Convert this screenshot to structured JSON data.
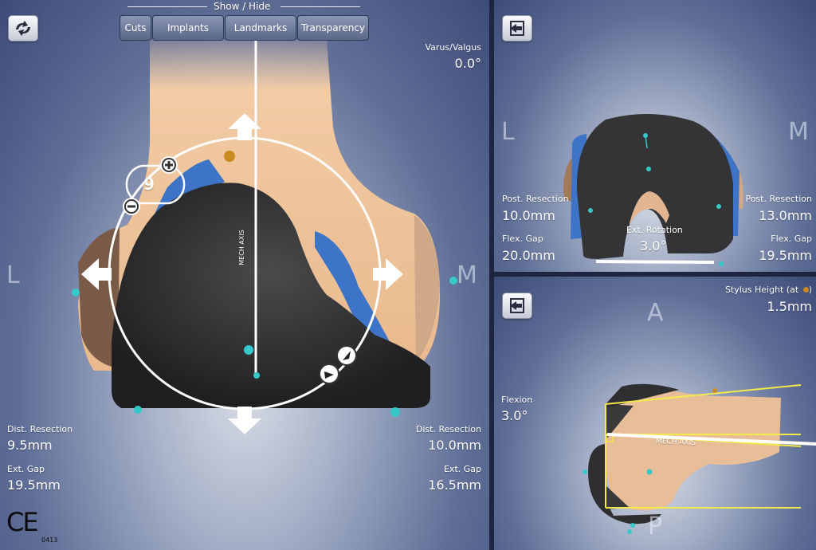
{
  "main_view": {
    "toolbar": {
      "group_label": "Show / Hide",
      "buttons": [
        "Cuts",
        "Implants",
        "Landmarks",
        "Transparency"
      ]
    },
    "varus_valgus": {
      "label": "Varus/Valgus",
      "value": "0.0°"
    },
    "left_dir": "L",
    "right_dir": "M",
    "axis_label": "MECH AXIS",
    "size_value": "9",
    "lateral": {
      "dist_resection_label": "Dist. Resection",
      "dist_resection_value": "9.5mm",
      "ext_gap_label": "Ext. Gap",
      "ext_gap_value": "19.5mm"
    },
    "medial": {
      "dist_resection_label": "Dist. Resection",
      "dist_resection_value": "10.0mm",
      "ext_gap_label": "Ext. Gap",
      "ext_gap_value": "16.5mm"
    },
    "ce_mark": "CE",
    "ce_number": "0413"
  },
  "axial_view": {
    "left_dir": "L",
    "right_dir": "M",
    "lateral": {
      "post_resection_label": "Post. Resection",
      "post_resection_value": "10.0mm",
      "flex_gap_label": "Flex. Gap",
      "flex_gap_value": "20.0mm"
    },
    "medial": {
      "post_resection_label": "Post. Resection",
      "post_resection_value": "13.0mm",
      "flex_gap_label": "Flex. Gap",
      "flex_gap_value": "19.5mm"
    },
    "ext_rotation": {
      "label": "Ext. Rotation",
      "value": "3.0°"
    }
  },
  "sagittal_view": {
    "top_dir": "A",
    "bottom_dir": "P",
    "stylus": {
      "label": "Stylus Height (at",
      "value": "1.5mm"
    },
    "flexion": {
      "label": "Flexion",
      "value": "3.0°"
    },
    "axis_label": "MECH AXIS"
  },
  "colors": {
    "bone": "#f0c8a0",
    "implant": "#3a3a3c",
    "cut_surface": "#3d74c8",
    "landmark": "#35c8c8",
    "stylus": "#c98a20",
    "guide_lines": "#f2e94a"
  },
  "icons": [
    "rotate-view-icon",
    "exit-view-icon",
    "plus-icon",
    "minus-icon",
    "arrow-up-icon",
    "arrow-down-icon",
    "arrow-left-icon",
    "arrow-right-icon",
    "rotate-cw-icon",
    "rotate-ccw-icon"
  ]
}
